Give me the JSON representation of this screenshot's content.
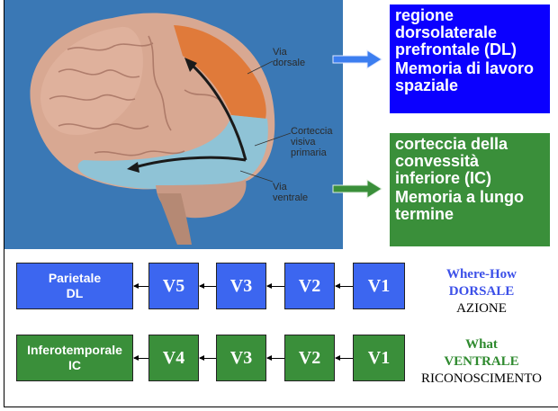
{
  "brain_labels": {
    "dorsal": "Via\ndorsale",
    "primary": "Corteccia\nvisiva\nprimaria",
    "ventral": "Via\nventrale"
  },
  "dl_box": {
    "line1": "regione dorsolaterale prefrontale (DL)",
    "line2": "Memoria di lavoro spaziale"
  },
  "ic_box": {
    "line1": "corteccia della convessità inferiore (IC)",
    "line2": "Memoria a lungo termine"
  },
  "dorsal_stream": {
    "nodes": [
      "Parietale\nDL",
      "V5",
      "V3",
      "V2",
      "V1"
    ],
    "title": "Where-How",
    "subtitle": "DORSALE",
    "function": "AZIONE"
  },
  "ventral_stream": {
    "nodes": [
      "Inferotemporale\nIC",
      "V4",
      "V3",
      "V2",
      "V1"
    ],
    "title": "What",
    "subtitle": "VENTRALE",
    "function": "RICONOSCIMENTO"
  },
  "colors": {
    "dorsal_blue": "#3c66f0",
    "info_blue": "#0b00ff",
    "ventral_green": "#3a8f3a",
    "panel_blue": "#3a78b5"
  }
}
